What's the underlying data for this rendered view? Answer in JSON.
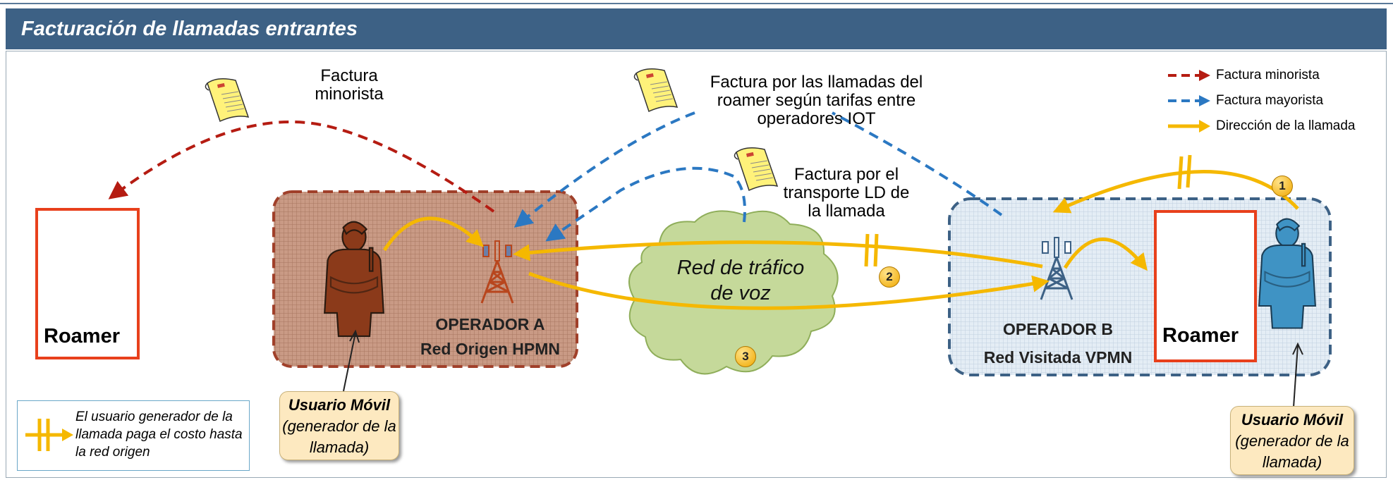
{
  "title": "Facturación de llamadas entrantes",
  "labels": {
    "retail_bill": "Factura minorista",
    "iot_bill": "Factura por las llamadas del roamer  según tarifas entre operadores IOT",
    "ld_bill": "Factura por el transporte LD de la llamada",
    "cloud": "Red de tráfico de voz",
    "roamer_left": "Roamer",
    "roamer_right": "Roamer"
  },
  "operators": {
    "a_name": "OPERADOR A",
    "a_net": "Red Origen HPMN",
    "b_name": "OPERADOR B",
    "b_net": "Red Visitada VPMN"
  },
  "users": {
    "left_title": "Usuario Móvil",
    "left_sub": "(generador de la llamada)",
    "right_title": "Usuario Móvil",
    "right_sub": "(generador de la llamada)"
  },
  "steps": [
    "1",
    "2",
    "3"
  ],
  "legend": {
    "retail": "Factura  minorista",
    "wholesale": "Factura  mayorista",
    "direction": "Dirección de la llamada"
  },
  "note": "El usuario generador de la llamada paga el costo hasta la red origen",
  "colors": {
    "title_bar": "#3d6185",
    "retail_arrow": "#b51c12",
    "wholesale_arrow": "#2b78c2",
    "call_arrow": "#f5b800",
    "operator_a_fill": "#c99a85",
    "operator_b_fill": "#dde8f2",
    "cloud_fill": "#c5d99a",
    "roamer_border": "#e8401c"
  }
}
